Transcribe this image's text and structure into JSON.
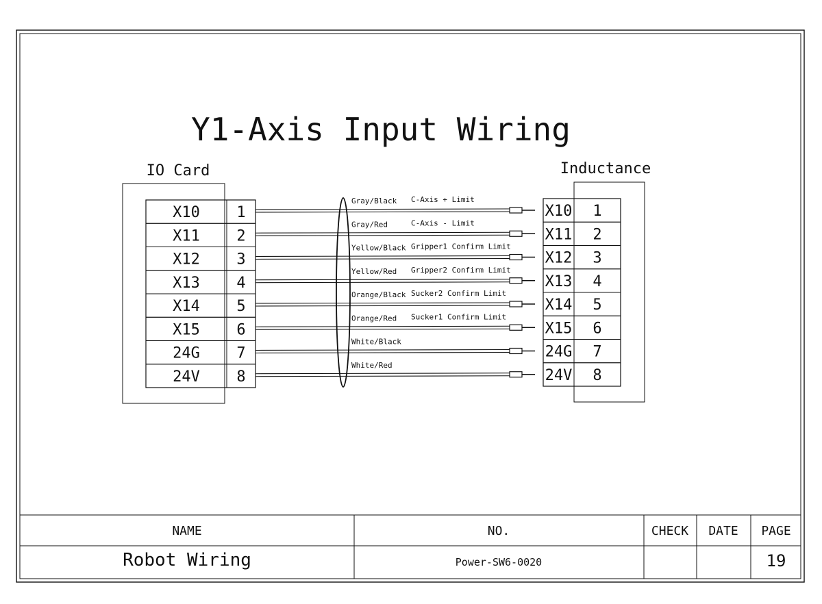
{
  "title": "Y1-Axis Input Wiring",
  "io_card": {
    "label": "IO Card",
    "rows": [
      {
        "terminal": "X10",
        "pin": "1"
      },
      {
        "terminal": "X11",
        "pin": "2"
      },
      {
        "terminal": "X12",
        "pin": "3"
      },
      {
        "terminal": "X13",
        "pin": "4"
      },
      {
        "terminal": "X14",
        "pin": "5"
      },
      {
        "terminal": "X15",
        "pin": "6"
      },
      {
        "terminal": "24G",
        "pin": "7"
      },
      {
        "terminal": "24V",
        "pin": "8"
      }
    ]
  },
  "inductance": {
    "label": "Inductance",
    "rows": [
      {
        "terminal": "X10",
        "pin": "1"
      },
      {
        "terminal": "X11",
        "pin": "2"
      },
      {
        "terminal": "X12",
        "pin": "3"
      },
      {
        "terminal": "X13",
        "pin": "4"
      },
      {
        "terminal": "X14",
        "pin": "5"
      },
      {
        "terminal": "X15",
        "pin": "6"
      },
      {
        "terminal": "24G",
        "pin": "7"
      },
      {
        "terminal": "24V",
        "pin": "8"
      }
    ]
  },
  "wires": [
    {
      "color": "Gray/Black",
      "signal": "C-Axis + Limit"
    },
    {
      "color": "Gray/Red",
      "signal": "C-Axis - Limit"
    },
    {
      "color": "Yellow/Black",
      "signal": "Gripper1 Confirm Limit"
    },
    {
      "color": "Yellow/Red",
      "signal": "Gripper2 Confirm Limit"
    },
    {
      "color": "Orange/Black",
      "signal": "Sucker2 Confirm Limit"
    },
    {
      "color": "Orange/Red",
      "signal": "Sucker1 Confirm Limit"
    },
    {
      "color": "White/Black",
      "signal": ""
    },
    {
      "color": "White/Red",
      "signal": ""
    }
  ],
  "title_block": {
    "name_header": "NAME",
    "name_value": "Robot Wiring",
    "no_header": "NO.",
    "no_value": "Power-SW6-0020",
    "check_header": "CHECK",
    "date_header": "DATE",
    "page_header": "PAGE",
    "page_value": "19"
  }
}
